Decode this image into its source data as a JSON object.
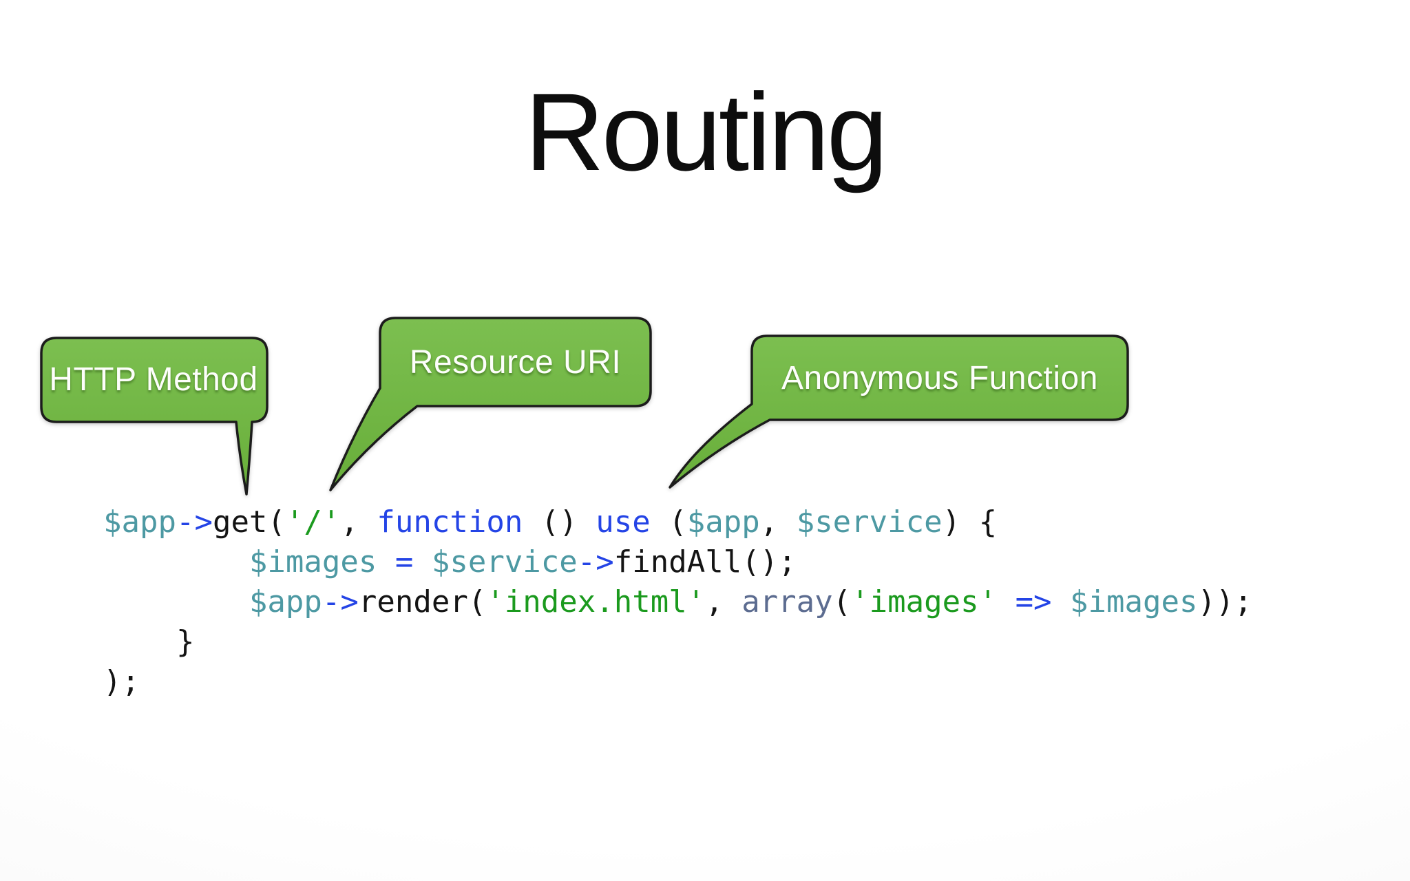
{
  "slide": {
    "title": "Routing",
    "callouts": [
      {
        "label": "HTTP Method"
      },
      {
        "label": "Resource URI"
      },
      {
        "label": "Anonymous Function"
      }
    ],
    "code": {
      "language": "php",
      "lines": [
        {
          "tokens": [
            {
              "t": "$app",
              "c": "var"
            },
            {
              "t": "->",
              "c": "op"
            },
            {
              "t": "get(",
              "c": "pl"
            },
            {
              "t": "'/'",
              "c": "str"
            },
            {
              "t": ", ",
              "c": "pl"
            },
            {
              "t": "function",
              "c": "kw"
            },
            {
              "t": " () ",
              "c": "pl"
            },
            {
              "t": "use",
              "c": "kw"
            },
            {
              "t": " (",
              "c": "pl"
            },
            {
              "t": "$app",
              "c": "var"
            },
            {
              "t": ", ",
              "c": "pl"
            },
            {
              "t": "$service",
              "c": "var"
            },
            {
              "t": ") {",
              "c": "pl"
            }
          ]
        },
        {
          "tokens": [
            {
              "t": "        ",
              "c": "pl"
            },
            {
              "t": "$images",
              "c": "var"
            },
            {
              "t": " ",
              "c": "pl"
            },
            {
              "t": "=",
              "c": "op"
            },
            {
              "t": " ",
              "c": "pl"
            },
            {
              "t": "$service",
              "c": "var"
            },
            {
              "t": "->",
              "c": "op"
            },
            {
              "t": "findAll();",
              "c": "pl"
            }
          ]
        },
        {
          "tokens": [
            {
              "t": "        ",
              "c": "pl"
            },
            {
              "t": "$app",
              "c": "var"
            },
            {
              "t": "->",
              "c": "op"
            },
            {
              "t": "render(",
              "c": "pl"
            },
            {
              "t": "'index.html'",
              "c": "str"
            },
            {
              "t": ", ",
              "c": "pl"
            },
            {
              "t": "array",
              "c": "fn"
            },
            {
              "t": "(",
              "c": "pl"
            },
            {
              "t": "'images'",
              "c": "str"
            },
            {
              "t": " ",
              "c": "pl"
            },
            {
              "t": "=>",
              "c": "op"
            },
            {
              "t": " ",
              "c": "pl"
            },
            {
              "t": "$images",
              "c": "var"
            },
            {
              "t": "));",
              "c": "pl"
            }
          ]
        },
        {
          "tokens": [
            {
              "t": "    }",
              "c": "pl"
            }
          ]
        },
        {
          "tokens": [
            {
              "t": ");",
              "c": "pl"
            }
          ]
        }
      ]
    }
  },
  "colors": {
    "bubble_green_top": "#7cbf50",
    "bubble_green_bottom": "#68ae3a",
    "bubble_border": "#1c1c1c",
    "title": "#0d0d0d",
    "code_plain": "#141414",
    "code_variable": "#4d99a3",
    "code_operator": "#2444e6",
    "code_keyword": "#2444e6",
    "code_string": "#1b9a1e",
    "code_builtin": "#5c6c90"
  }
}
